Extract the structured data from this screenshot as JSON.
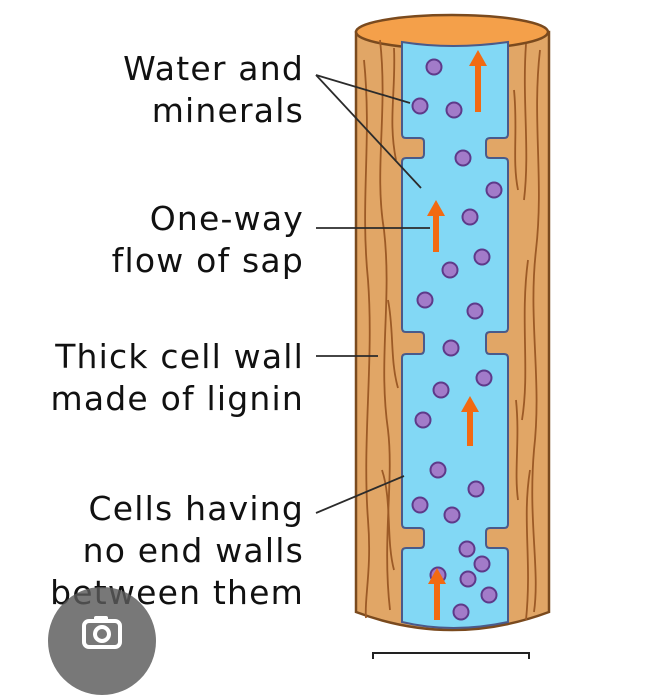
{
  "labels": {
    "water": [
      "Water and",
      "minerals"
    ],
    "flow": [
      "One-way",
      "flow of sap"
    ],
    "wall": [
      "Thick cell wall",
      "made of lignin"
    ],
    "cells": [
      "Cells having",
      "no end walls",
      "between them"
    ]
  },
  "colors": {
    "wood": "#E1A666",
    "wood_grain": "#9C5A26",
    "outline": "#7A4A1E",
    "lumen": "#82D8F5",
    "lumen_outline": "#4A5A8A",
    "top_rim": "#F4A04A",
    "particle": "#A27BC9",
    "particle_outline": "#5E3A8A",
    "arrow": "#F26A12",
    "leader": "#2B2B2B"
  },
  "icons": {
    "badge": "camera-search-icon"
  }
}
